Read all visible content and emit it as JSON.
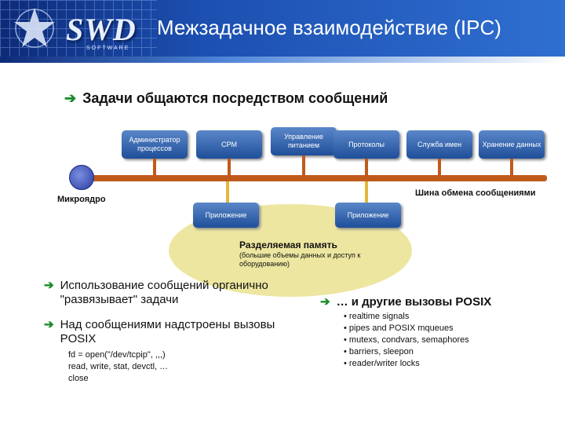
{
  "header": {
    "title": "Межзадачное взаимодействие (IPC)",
    "logo_text": "SWD",
    "logo_sub": "SOFTWARE"
  },
  "main": {
    "headline": "Задачи общаются посредством сообщений",
    "arrow_glyph": "➔"
  },
  "diagram": {
    "top_boxes": [
      "Администратор процессов",
      "CPM",
      "Управление питанием",
      "Протоколы",
      "Служба имен",
      "Хранение данных"
    ],
    "app_boxes": [
      "Приложение",
      "Приложение"
    ],
    "microkernel_label": "Микроядро",
    "bus_label": "Шина обмена сообщениями",
    "shared_memory_title": "Разделяемая память",
    "shared_memory_note": "(большие объемы данных и доступ к оборудованию)",
    "colors": {
      "bus": "#c05a1b",
      "box": "#1f4f9a",
      "memory": "#ece6a0",
      "app_link": "#e6b73a"
    }
  },
  "bullets": {
    "left": [
      "Использование сообщений органично \"развязывает\" задачи",
      "Над сообщениями надстроены вызовы POSIX"
    ],
    "code_lines": [
      "fd = open(\"/dev/tcpip\", ,,,)",
      "read, write, stat, devctl, …",
      "close"
    ],
    "right_title": "… и другие вызовы POSIX",
    "right_items": [
      "realtime signals",
      "pipes and POSIX mqueues",
      "mutexs, condvars, semaphores",
      "barriers, sleepon",
      "reader/writer locks"
    ]
  }
}
